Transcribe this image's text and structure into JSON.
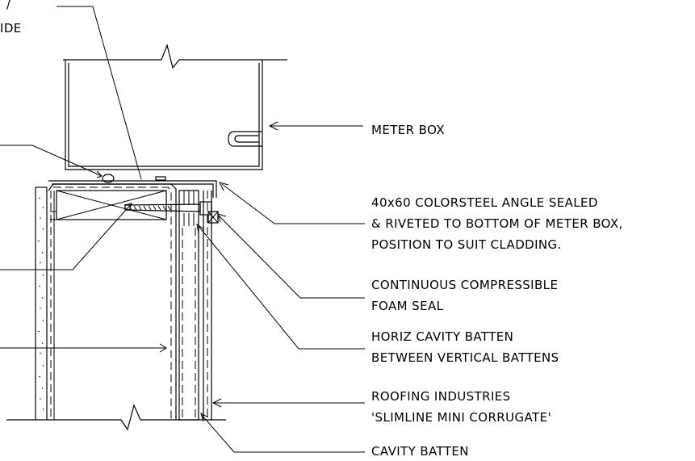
{
  "labels": {
    "top_left_line1": "/",
    "top_left_line2": "IDE",
    "meter_box": "METER BOX",
    "angle_line1": "40x60 COLORSTEEL ANGLE SEALED",
    "angle_line2": "& RIVETED TO BOTTOM OF METER BOX,",
    "angle_line3": "POSITION TO SUIT CLADDING.",
    "seal_line1": "CONTINUOUS COMPRESSIBLE",
    "seal_line2": "FOAM SEAL",
    "horiz_line1": "HORIZ CAVITY BATTEN",
    "horiz_line2": "BETWEEN VERTICAL BATTENS",
    "roofing_line1": "ROOFING INDUSTRIES",
    "roofing_line2": "'SLIMLINE MINI CORRUGATE'",
    "cavity_batten": "CAVITY BATTEN"
  }
}
